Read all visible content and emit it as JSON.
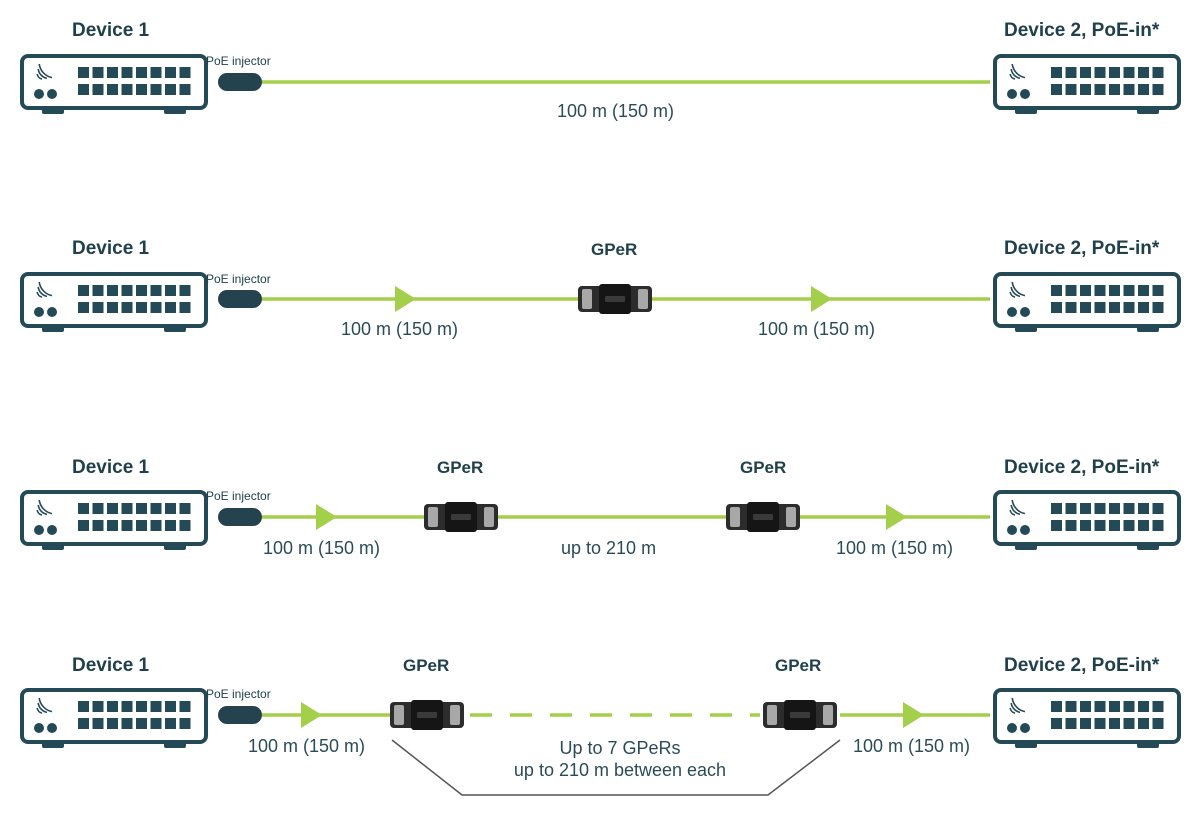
{
  "colors": {
    "cable": "#a3cf4a",
    "device_outline": "#254a57",
    "device_fill": "#ffffff",
    "gper_body": "#2c2c2c",
    "injector": "#25434e",
    "text": "#20414c",
    "bracket": "#555555"
  },
  "icons": {
    "device": "network-switch-icon",
    "injector": "poe-injector-icon",
    "repeater": "gper-repeater-icon",
    "direction": "arrow-right-icon"
  },
  "rows": [
    {
      "device1_label": "Device 1",
      "poe_label": "PoE injector",
      "device2_label": "Device 2, PoE-in*",
      "gper_labels": [],
      "distances": [
        "100 m (150 m)"
      ]
    },
    {
      "device1_label": "Device 1",
      "poe_label": "PoE injector",
      "device2_label": "Device 2, PoE-in*",
      "gper_labels": [
        "GPeR"
      ],
      "distances": [
        "100 m (150 m)",
        "100 m (150 m)"
      ]
    },
    {
      "device1_label": "Device 1",
      "poe_label": "PoE injector",
      "device2_label": "Device 2, PoE-in*",
      "gper_labels": [
        "GPeR",
        "GPeR"
      ],
      "distances": [
        "100 m (150 m)",
        "up to 210 m",
        "100 m (150 m)"
      ]
    },
    {
      "device1_label": "Device 1",
      "poe_label": "PoE injector",
      "device2_label": "Device 2, PoE-in*",
      "gper_labels": [
        "GPeR",
        "GPeR"
      ],
      "distances": [
        "100 m (150 m)",
        "100 m (150 m)"
      ],
      "note_lines": [
        "Up to 7 GPeRs",
        "up to 210 m between each"
      ]
    }
  ]
}
